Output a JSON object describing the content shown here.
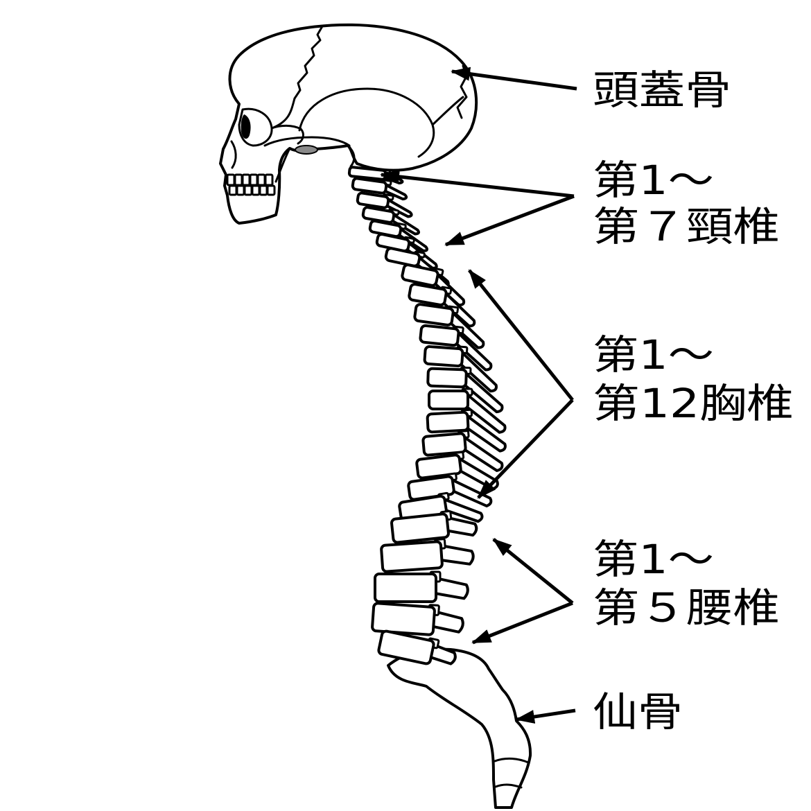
{
  "labels": {
    "skull": "頭蓋骨",
    "cervical_line1": "第1〜",
    "cervical_line2": "第７頸椎",
    "thoracic_line1": "第1〜",
    "thoracic_line2": "第12胸椎",
    "lumbar_line1": "第1〜",
    "lumbar_line2": "第５腰椎",
    "sacrum": "仙骨"
  },
  "colors": {
    "line": "#000000",
    "background": "#ffffff",
    "shade": "#8a8a8a"
  }
}
